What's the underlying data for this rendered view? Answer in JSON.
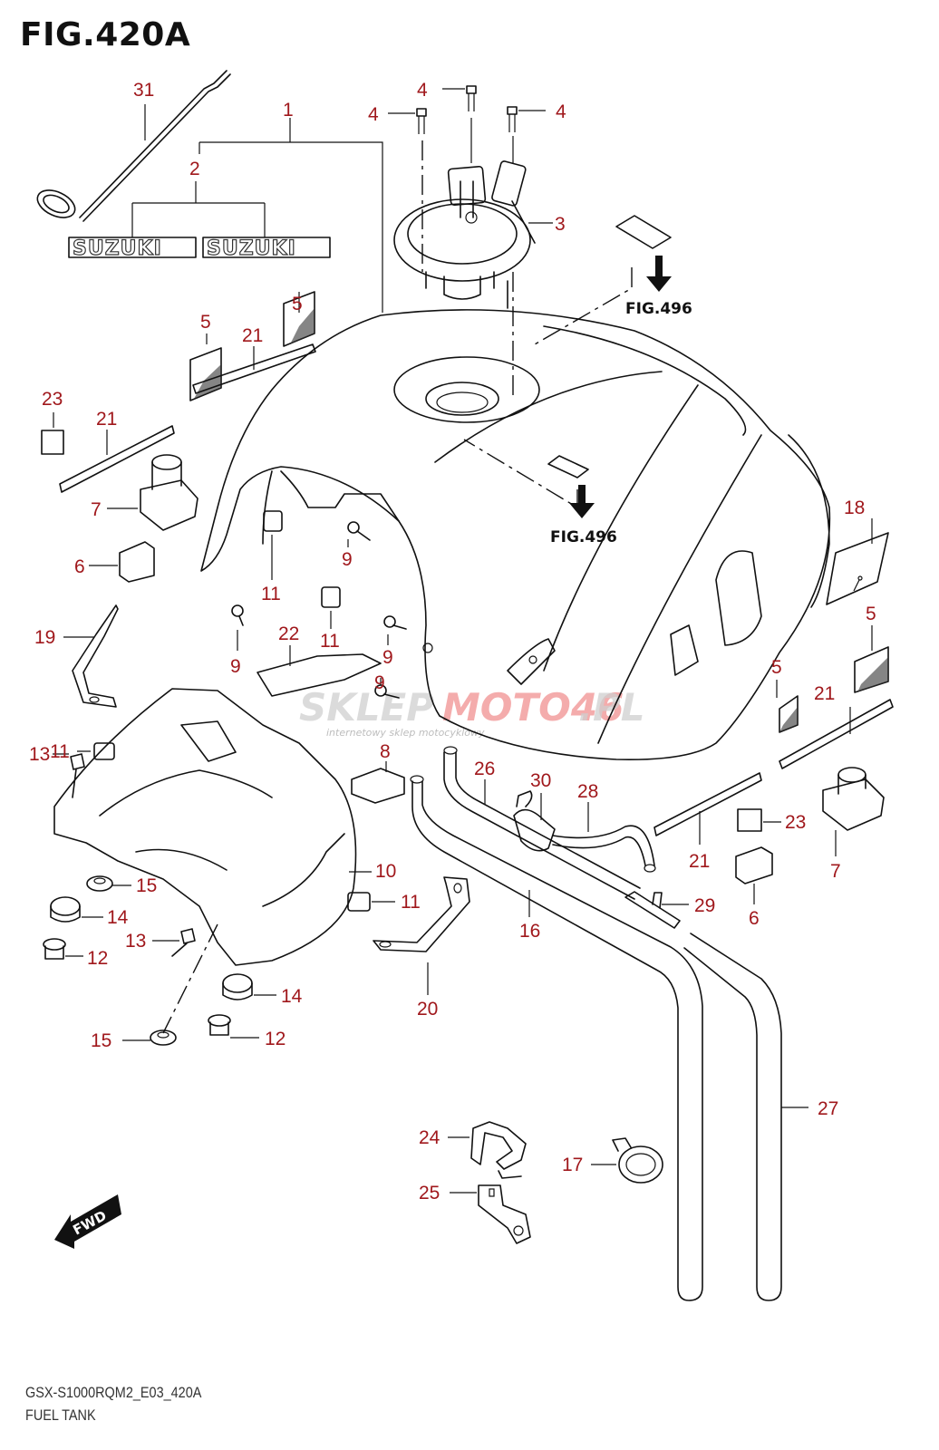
{
  "figure": {
    "title": "FIG.420A",
    "model_code": "GSX-S1000RQM2_E03_420A",
    "name": "FUEL TANK"
  },
  "emblems": [
    "SUZUKI",
    "SUZUKI"
  ],
  "references": [
    "FIG.496",
    "FIG.496"
  ],
  "direction_marker": "FWD",
  "watermark": {
    "brand_a": "SKLEP",
    "brand_b": "MOTO46",
    "suffix": ".PL",
    "tagline": "internetowy sklep motocyklowy"
  },
  "callouts": {
    "c1": "1",
    "c2": "2",
    "c3": "3",
    "c4a": "4",
    "c4b": "4",
    "c4c": "4",
    "c5a": "5",
    "c5b": "5",
    "c5c": "5",
    "c5d": "5",
    "c6a": "6",
    "c6b": "6",
    "c7a": "7",
    "c7b": "7",
    "c8": "8",
    "c9a": "9",
    "c9b": "9",
    "c9c": "9",
    "c9d": "9",
    "c9e": "9",
    "c10": "10",
    "c11a": "11",
    "c11b": "11",
    "c11c": "11",
    "c11d": "11",
    "c12a": "12",
    "c12b": "12",
    "c13a": "13",
    "c13b": "13",
    "c14a": "14",
    "c14b": "14",
    "c15a": "15",
    "c15b": "15",
    "c16": "16",
    "c17": "17",
    "c18": "18",
    "c19": "19",
    "c20": "20",
    "c21a": "21",
    "c21b": "21",
    "c21c": "21",
    "c21d": "21",
    "c22": "22",
    "c23a": "23",
    "c23b": "23",
    "c24": "24",
    "c25": "25",
    "c26": "26",
    "c27": "27",
    "c28": "28",
    "c29": "29",
    "c30": "30",
    "c31": "31"
  },
  "colors": {
    "callout": "#a0181c",
    "line": "#111111"
  }
}
